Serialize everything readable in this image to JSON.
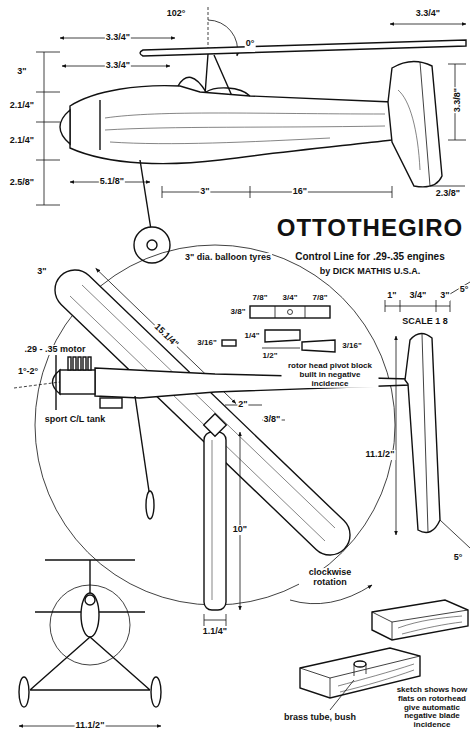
{
  "diagram": {
    "title": "OTTOTHEGIRO",
    "labels": [
      "102°",
      "0°",
      "3\"",
      "3.3/4\"",
      "3.3/4\"",
      "3.3/4\"",
      "2.1/4\"",
      "2.1/4\"",
      "2.5/8\"",
      "5.1/8\"",
      "3\"",
      "16\"",
      "3.3/8\"",
      "2.3/8\"",
      "3\" dia. balloon tyres",
      "Control Line for .29-.35 engines",
      "by DICK MATHIS U.S.A.",
      "3\"",
      "15.1/4\"",
      "7/8\"",
      "3/4\"",
      "7/8\"",
      "3/8\"",
      "1/4\"",
      "3/16\"",
      "3/16\"",
      "1/2\"",
      "rotor head pivot block built in negative incidence",
      "SCALE 1 8",
      ".29 - .35 motor",
      "1°-2°",
      "sport C/L tank",
      "2\"",
      "3/8\"",
      "1\"",
      "3/4\"",
      "3\"",
      "5°",
      "11.1/2\"",
      "5°",
      "10\"",
      "clockwise rotation",
      "1.1/4\"",
      "11.1/2\"",
      "brass tube, bush",
      "sketch shows how flats on rotorhead give automatic negative blade incidence"
    ]
  }
}
